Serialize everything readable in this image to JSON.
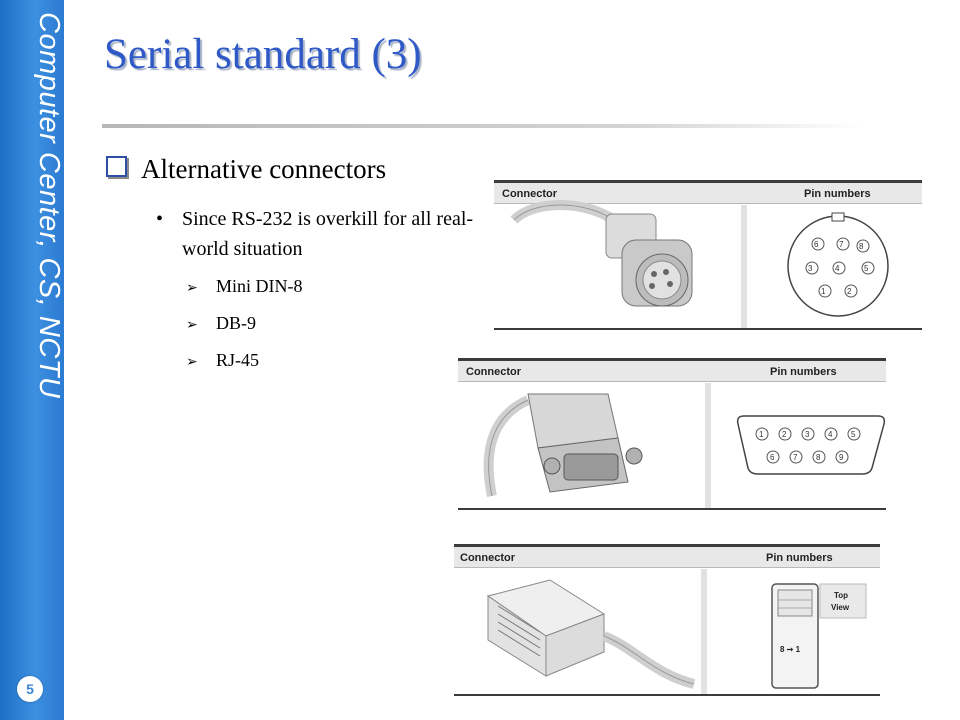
{
  "sidebar": {
    "label": "Computer Center, CS, NCTU",
    "page_number": "5"
  },
  "slide": {
    "title": "Serial standard (3)",
    "bullet_1": "Alternative connectors",
    "bullet_1_1": "Since RS-232 is overkill for all real-world situation",
    "sub_items": [
      "Mini DIN-8",
      "DB-9",
      "RJ-45"
    ]
  },
  "figures": {
    "connector_label": "Connector",
    "pin_label": "Pin numbers",
    "top_view_label": [
      "Top",
      "View"
    ],
    "rj45_pin_caption": "8 ➞ 1",
    "colors": {
      "title": "#2e59c6",
      "sidebar": "#2b7bd2",
      "panel_rule": "#3c3c3c"
    }
  }
}
